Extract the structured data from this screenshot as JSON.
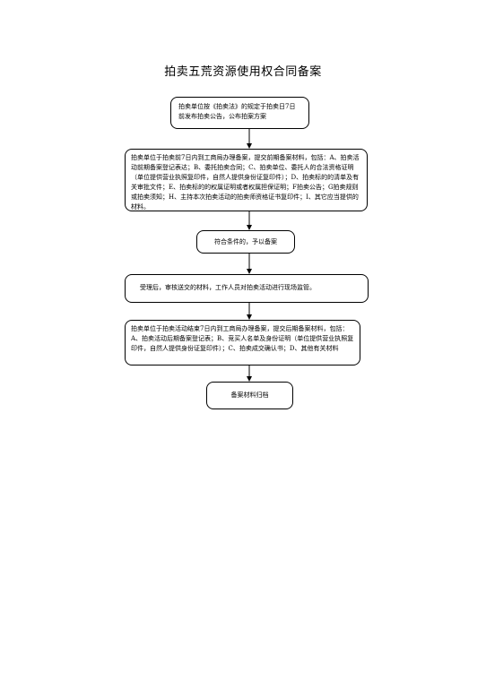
{
  "title": "拍卖五荒资源使用权合同备案",
  "steps": [
    "拍卖单位按《拍卖法》的规定于拍卖日7日前发布拍卖公告，公布拍案方案",
    "拍卖单位于拍卖前7日内到工商局办理备案，提交前期备案材料，包括：A、拍卖活动前期备案登记表达；B、委托拍卖合同；C、拍卖单位、委托人的合法资格证明（单位提供营业执照复印件，自然人提供身份证复印件）；D、拍卖标的的清单及有关审批文件；E、拍卖标的的权属证明或者权属担保证明；F拍卖公告；G拍卖规则或拍卖须知；H、主持本次拍卖活动的拍卖师资格证书复印件；I、其它应当提供的材料。",
    "符合条件的，予以备案",
    "受理后，审核送交的材料，工作人员对拍卖活动进行现场监管。",
    "拍卖单位于拍卖活动结束7日内到工商局办理备案，提交后期备案材料，包括：A、拍卖活动后期备案登记表；B、竞买人名单及身份证明（单位提供营业执照复印件，自然人提供身份证复印件）；C、拍卖成交确认书；D、其他有关材料",
    "备案材料归档"
  ]
}
